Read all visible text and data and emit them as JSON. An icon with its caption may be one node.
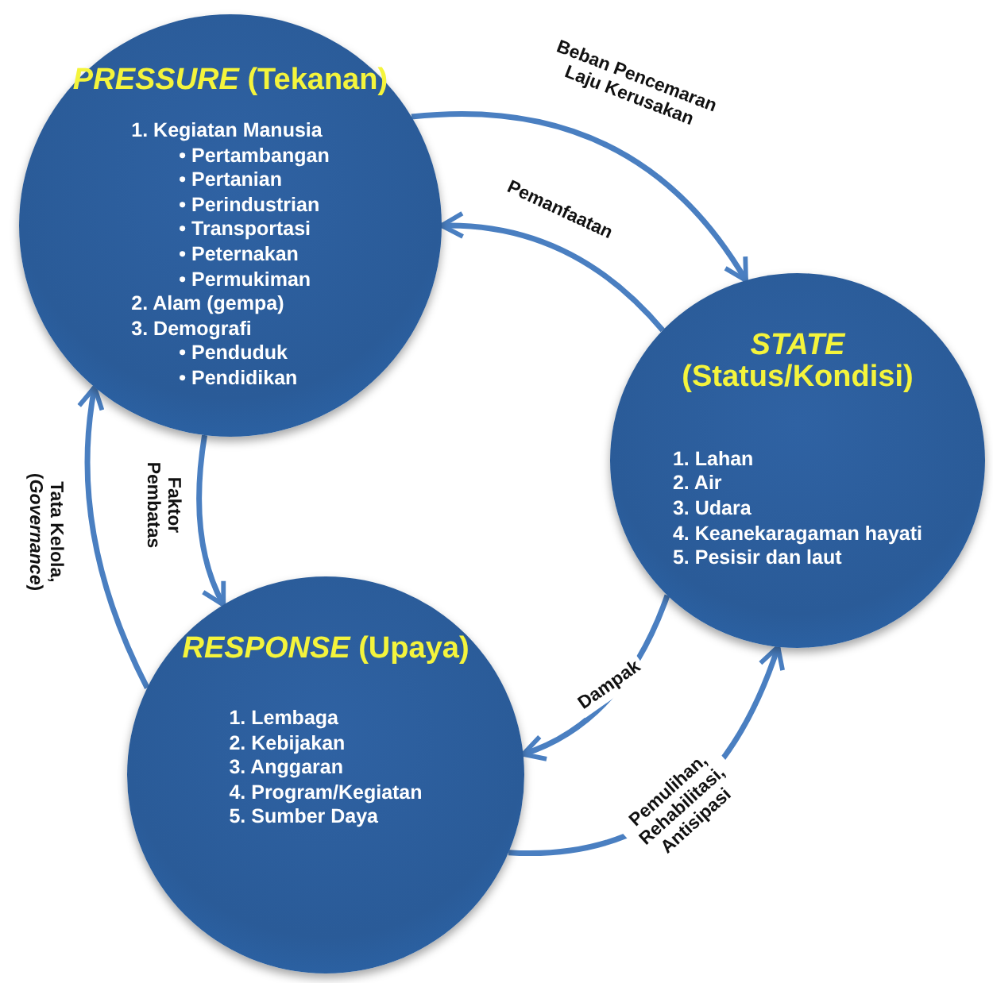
{
  "diagram": {
    "nodes": [
      {
        "text": [
          "*PRESSURE* (Tekanan)",
          "1. Kegiatan Manusia",
          "• Pertambangan",
          "• Pertanian",
          "• Perindustrian",
          "• Transportasi",
          "• Peternakan",
          "• Permukiman",
          "2. Alam (gempa)",
          "3. Demografi",
          "• Penduduk",
          "• Pendidikan"
        ]
      },
      {
        "text": [
          "*STATE* (Status/Kondisi)",
          "1. Lahan",
          "2. Air",
          "3. Udara",
          "4. Keanekaragaman hayati",
          "5. Pesisir dan laut"
        ]
      },
      {
        "text": [
          "*RESPONSE* (Upaya)",
          "1. Lembaga",
          "2. Kebijakan",
          "3. Anggaran",
          "4. Program/Kegiatan",
          "5. Sumber Daya"
        ]
      }
    ],
    "edges": [
      {
        "from": 0,
        "to": 1,
        "arrow": "to",
        "label": "Beban Pencemaran Laju Kerusakan"
      },
      {
        "from": 1,
        "to": 0,
        "arrow": "to",
        "label": "Pemanfaatan"
      },
      {
        "from": 0,
        "to": 2,
        "arrow": "to",
        "label": "Faktor Pembatas"
      },
      {
        "from": 2,
        "to": 0,
        "arrow": "to",
        "label": "Tata Kelola, (*Governance*)"
      },
      {
        "from": 1,
        "to": 2,
        "arrow": "to",
        "label": "Dampak"
      },
      {
        "from": 2,
        "to": 1,
        "arrow": "to",
        "label": "Pemulihan, Rehabilitasi, Antisipasi"
      }
    ]
  }
}
